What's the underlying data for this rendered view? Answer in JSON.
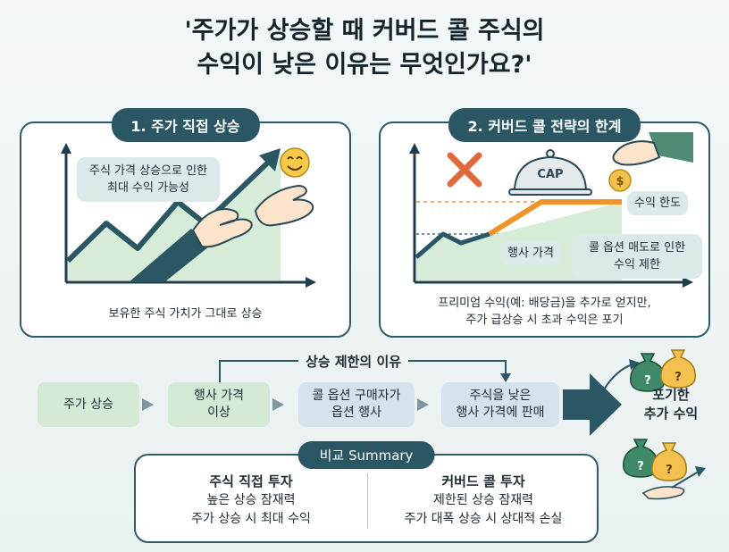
{
  "title": {
    "line1": "'주가가 상승할 때 커버드 콜 주식의",
    "line2": "수익이 낮은 이유는 무엇인가요?'"
  },
  "panel1": {
    "header": "1. 주가 직접 상승",
    "callout_line1": "주식 가격 상승으로 인한",
    "callout_line2": "최대 수익 가능성",
    "caption": "보유한 주식 가치가 그대로 상승"
  },
  "panel2": {
    "header": "2. 커버드 콜 전략의 한계",
    "cap_label": "CAP",
    "profit_limit_label": "수익 한도",
    "strike_label": "행사 가격",
    "callout_line1": "콜 옵션 매도로 인한",
    "callout_line2": "수익 제한",
    "caption_line1": "프리미엄 수익(예: 배당금)을 추가로 얻지만,",
    "caption_line2": "주가 급상승 시 초과 수익은 포기"
  },
  "flow": {
    "label": "상승 제한의 이유",
    "steps": [
      {
        "line1": "주가 상승",
        "line2": ""
      },
      {
        "line1": "행사 가격",
        "line2": "이상"
      },
      {
        "line1": "콜 옵션 구매자가",
        "line2": "옵션 행사"
      },
      {
        "line1": "주식을 낮은",
        "line2": "행사 가격에 판매"
      }
    ],
    "result_line1": "포기한",
    "result_line2": "추가 수익"
  },
  "summary": {
    "header": "비교 Summary",
    "left": {
      "title": "주식 직접 투자",
      "line1": "높은 상승 잠재력",
      "line2": "주가 상승 시 최대 수익"
    },
    "right": {
      "title": "커버드 콜 투자",
      "line1": "제한된 상승 잠재력",
      "line2": "주가 대폭 상승 시 상대적 손실"
    }
  },
  "icons": {
    "smiley": "smiley-face-icon",
    "hand": "open-hand-icon",
    "cross": "cross-mark-icon",
    "cap": "cloche-cap-icon",
    "coin": "dollar-coin-icon",
    "money_bag": "money-bag-icon"
  },
  "colors": {
    "primary": "#2b5663",
    "orange": "#f0932b",
    "green_fill": "#d6ecd9",
    "box_green": "#d4ead6",
    "box_blue": "#d6e3ec",
    "bag_green": "#3f8a68",
    "bag_gold": "#f2c14e"
  }
}
